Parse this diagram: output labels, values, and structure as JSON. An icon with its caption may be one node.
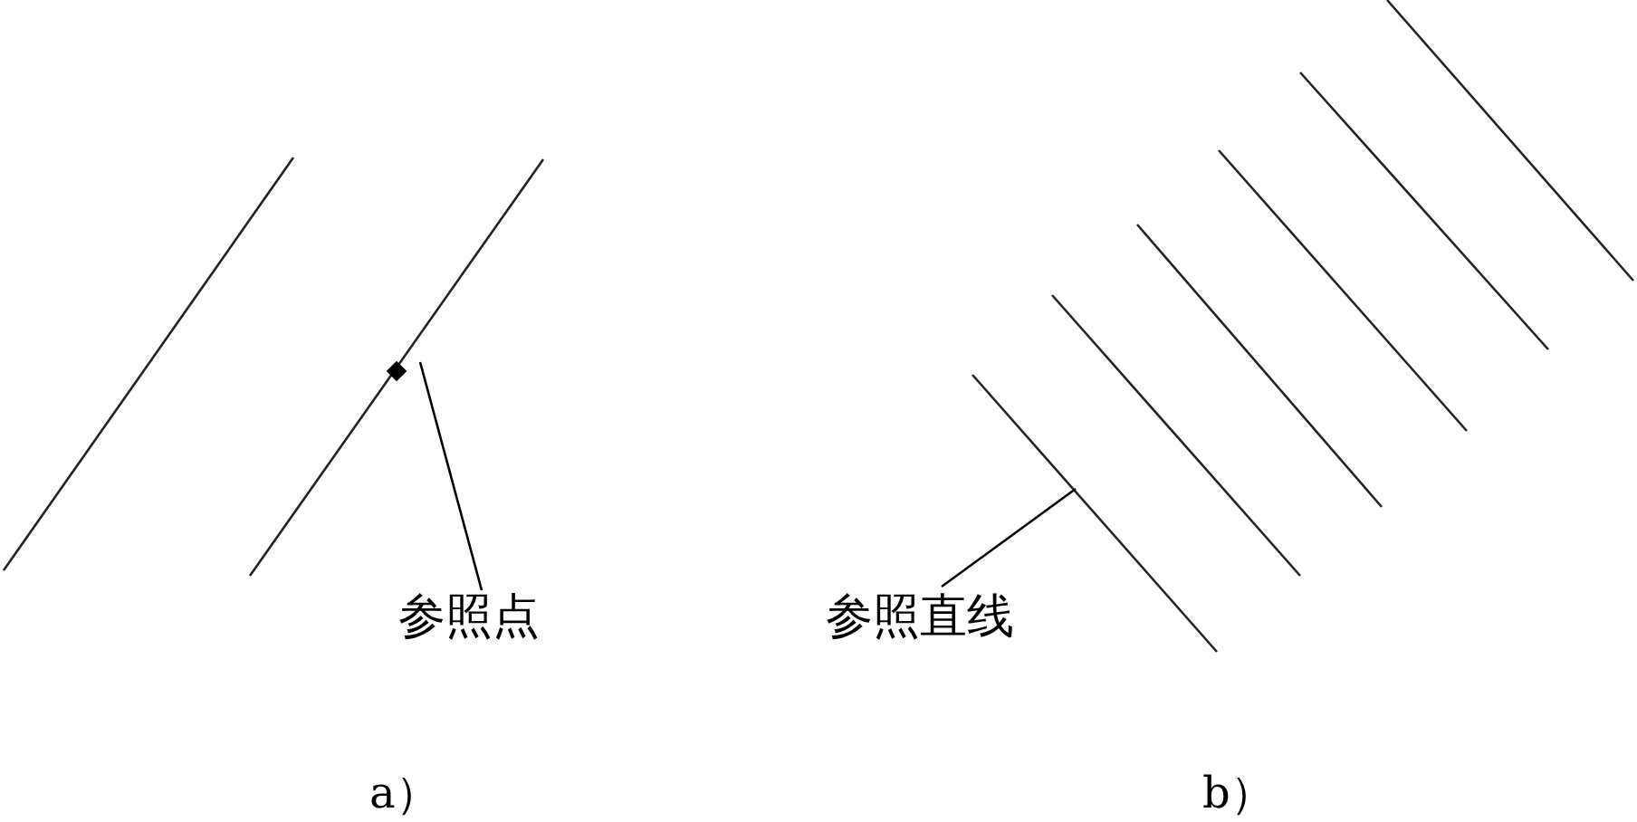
{
  "diagram": {
    "nodes": [
      {
        "text": [
          "参照点"
        ]
      },
      {
        "text": [],
        "shape": "line"
      },
      {
        "text": [
          "参照直线"
        ]
      },
      {
        "text": [],
        "shape": "line"
      }
    ],
    "edges": [
      {
        "from": 0,
        "to": 1,
        "arrow": "none"
      },
      {
        "from": 2,
        "to": 3,
        "arrow": "none"
      }
    ],
    "labels": [
      "a）",
      "b）"
    ]
  }
}
